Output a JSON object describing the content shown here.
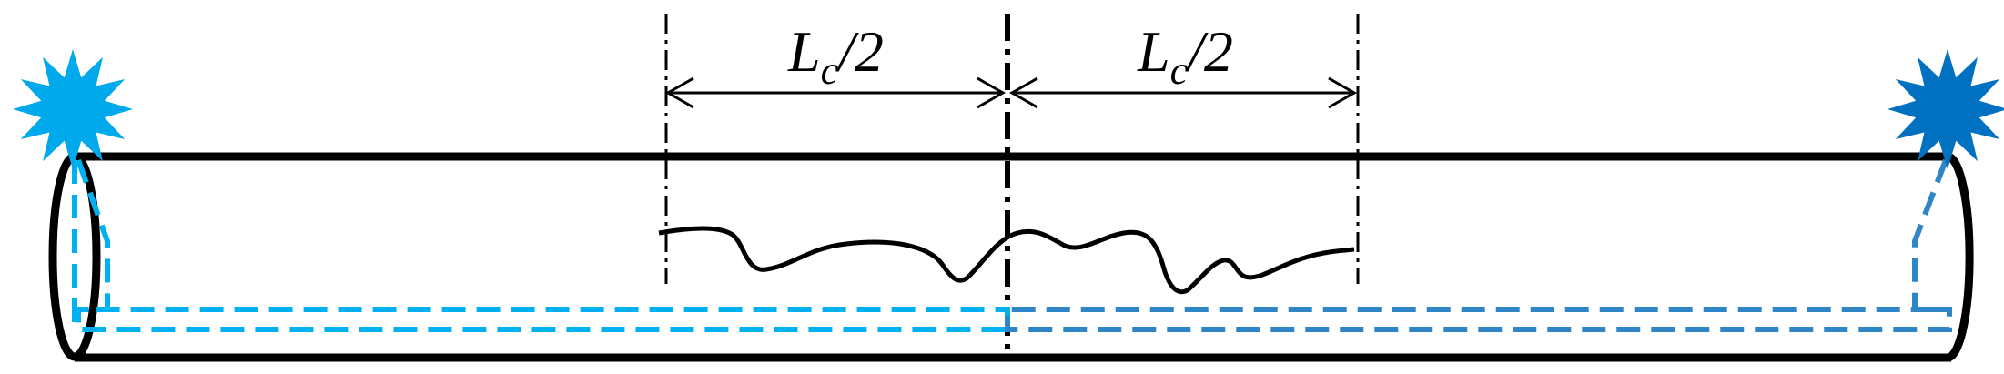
{
  "diagram": {
    "label_left": {
      "main": "L",
      "sub": "c",
      "tail": "/2"
    },
    "label_right": {
      "main": "L",
      "sub": "c",
      "tail": "/2"
    },
    "colors": {
      "outline": "#000000",
      "left_source": "#00a8ec",
      "right_source": "#0070c0",
      "left_dash": "#00b0f0",
      "right_dash": "#2e86c7"
    },
    "icons": {
      "left_source": "starburst-icon",
      "right_source": "starburst-icon"
    }
  }
}
